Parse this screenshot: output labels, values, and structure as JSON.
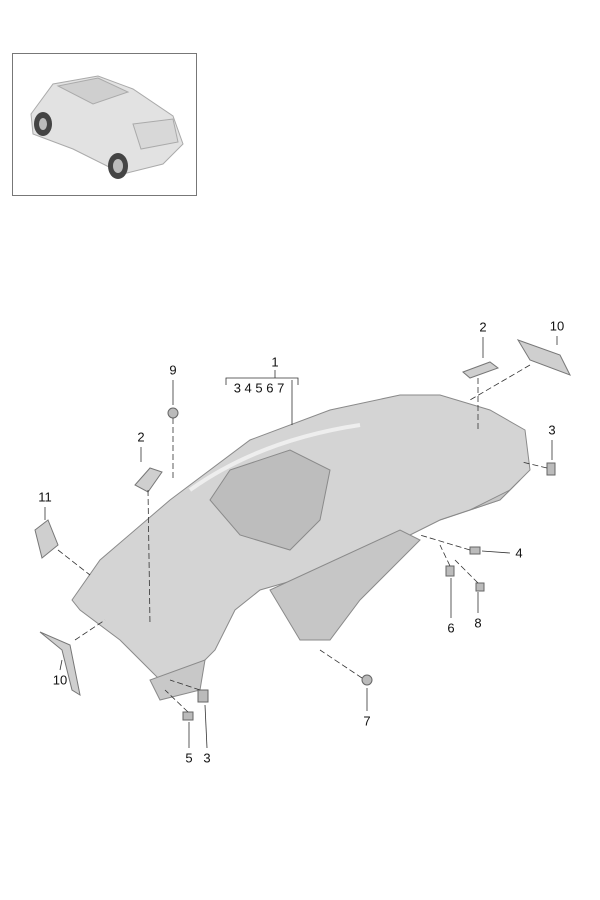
{
  "thumbnail": {
    "alt_label": "vehicle-overview"
  },
  "callouts": [
    {
      "id": "c1",
      "text": "1"
    },
    {
      "id": "c1group",
      "text": "3 4 5 6 7"
    },
    {
      "id": "c9",
      "text": "9"
    },
    {
      "id": "c2a",
      "text": "2"
    },
    {
      "id": "c2b",
      "text": "2"
    },
    {
      "id": "c10a",
      "text": "10"
    },
    {
      "id": "c3a",
      "text": "3"
    },
    {
      "id": "c11",
      "text": "11"
    },
    {
      "id": "c4",
      "text": "4"
    },
    {
      "id": "c6",
      "text": "6"
    },
    {
      "id": "c8",
      "text": "8"
    },
    {
      "id": "c10b",
      "text": "10"
    },
    {
      "id": "c7",
      "text": "7"
    },
    {
      "id": "c5",
      "text": "5"
    },
    {
      "id": "c3b",
      "text": "3"
    }
  ],
  "colors": {
    "part": "#d4d4d4",
    "part_edge": "#8a8a8a",
    "line": "#333333"
  }
}
